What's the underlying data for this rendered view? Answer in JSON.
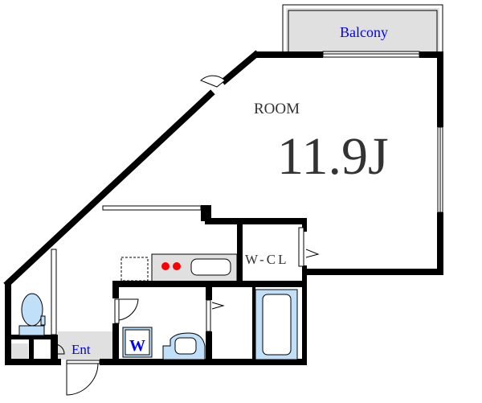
{
  "labels": {
    "balcony": "Balcony",
    "room": "ROOM",
    "room_size": "11.9J",
    "walk_in_closet": "W-CL",
    "entrance": "Ent",
    "washer": "W"
  },
  "colors": {
    "wall": "#000000",
    "fixture_blue": "#bfe0f8",
    "area_gray": "#e0e0e0",
    "label_blue": "#0000ff",
    "burner_red": "#ff0000",
    "text_dark": "#333333"
  }
}
